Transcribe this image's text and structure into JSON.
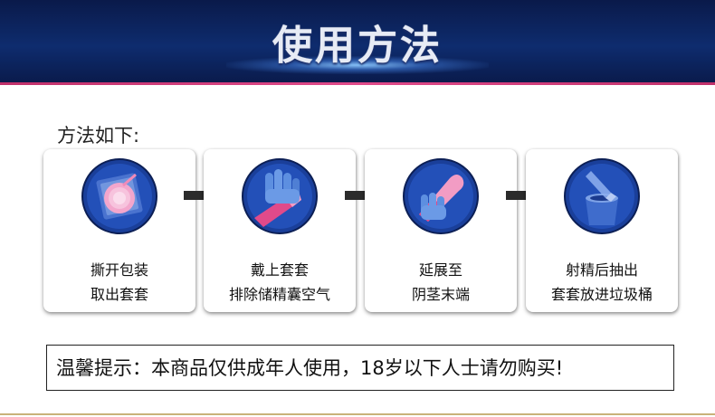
{
  "header": {
    "title": "使用方法"
  },
  "method_label": "方法如下:",
  "steps": [
    {
      "line1": "撕开包装",
      "line2": "取出套套",
      "icon": "opened-package-icon"
    },
    {
      "line1": "戴上套套",
      "line2": "排除储精囊空气",
      "icon": "hand-putting-on-condom-icon"
    },
    {
      "line1": "延展至",
      "line2": "阴茎末端",
      "icon": "hand-rolling-condom-icon"
    },
    {
      "line1": "射精后抽出",
      "line2": "套套放进垃圾桶",
      "icon": "trash-bin-icon"
    }
  ],
  "tip": "温馨提示：本商品仅供成年人使用，18岁以下人士请勿购买!",
  "colors": {
    "banner": "#0e2c6e",
    "accent_pink": "#e04a8a",
    "circle_blue": "#1a3f9a",
    "arrow": "#2b2b2b"
  }
}
